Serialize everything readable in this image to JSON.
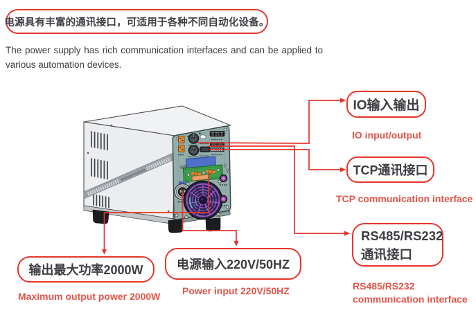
{
  "banner": {
    "text": "电源具有丰富的通讯接口，可适用于各种不同自动化设备。"
  },
  "intro": {
    "text": "The power supply has rich communication interfaces and can be applied to various automation devices."
  },
  "callouts": {
    "io": {
      "label": "IO输入输出",
      "caption": "IO input/output"
    },
    "tcp": {
      "label": "TCP通讯接口",
      "caption": "TCP communication interface"
    },
    "rs485": {
      "label_line1": "RS485/RS232",
      "label_line2": "通讯接口",
      "caption_line1": "RS485/RS232",
      "caption_line2": "communication interface"
    },
    "output": {
      "label": "输出最大功率2000W",
      "caption": "Maximum output power 2000W"
    },
    "input": {
      "label": "电源输入220V/50HZ",
      "caption": "Power input 220V/50HZ"
    }
  },
  "colors": {
    "accent_red": "#e5352b",
    "caption_red": "#e25549",
    "label_dark": "#3d3d42",
    "rear_panel_teal": "#93adaa",
    "fan_purple": "#a44fc2",
    "terminal_green": "#3ea04d",
    "label_blue": "#4f70c8",
    "connector_orange": "#e08a30"
  }
}
